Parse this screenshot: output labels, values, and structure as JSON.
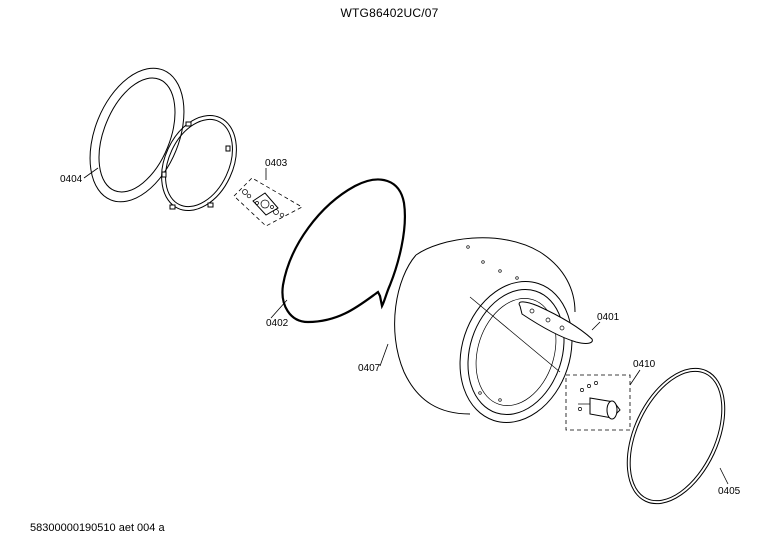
{
  "diagram": {
    "title": "WTG86402UC/07",
    "footer": "58300000190510 aet 004 a",
    "labels": {
      "p0401": "0401",
      "p0402": "0402",
      "p0403": "0403",
      "p0404": "0404",
      "p0405": "0405",
      "p0407": "0407",
      "p0410": "0410"
    }
  }
}
